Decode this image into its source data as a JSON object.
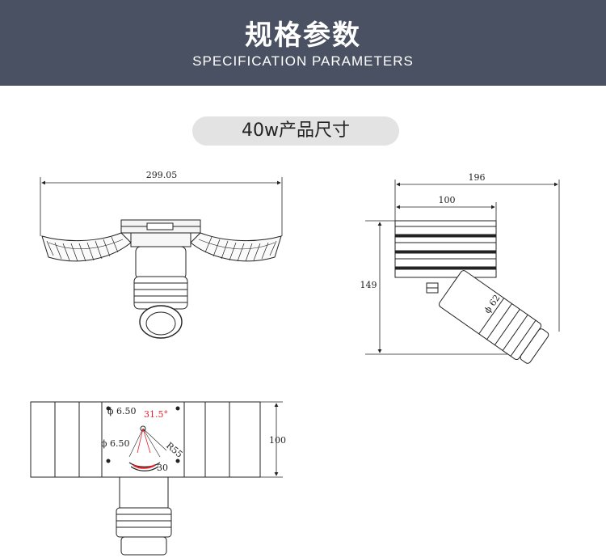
{
  "header": {
    "title": "规格参数",
    "subtitle": "SPECIFICATION PARAMETERS"
  },
  "section": {
    "label": "40w产品尺寸"
  },
  "front_view": {
    "width_label": "299.05"
  },
  "side_view": {
    "width_label": "196",
    "body_label": "100",
    "height_label": "149",
    "diameter_label": "ϕ 62"
  },
  "bottom_view": {
    "hole_label_1": "ϕ 6.50",
    "hole_label_2": "ϕ 6.50",
    "angle_label": "31.5°",
    "radius_label": "R55",
    "slot_label": "30",
    "height_label": "100",
    "accent_color": "#e8202a"
  }
}
